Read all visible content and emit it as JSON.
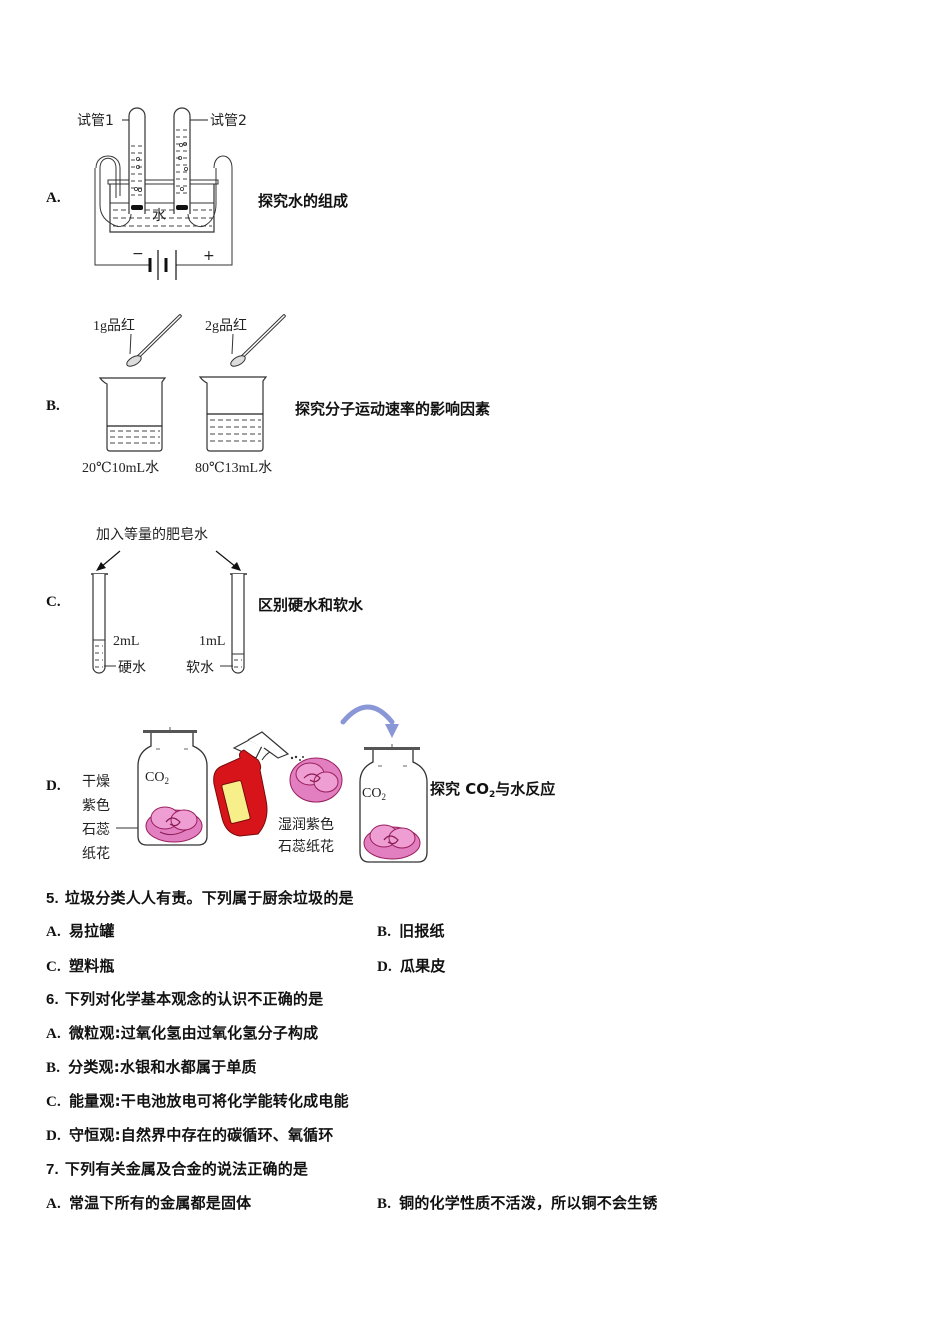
{
  "experiments": [
    {
      "letter": "A.",
      "caption": "探究水的组成",
      "labels": {
        "tube1": "试管1",
        "tube2": "试管2",
        "water": "水",
        "negative": "−",
        "positive": "+"
      }
    },
    {
      "letter": "B.",
      "caption": "探究分子运动速率的影响因素",
      "labels": {
        "spoon1": "1g品红",
        "spoon2": "2g品红",
        "beaker1": "20℃10mL水",
        "beaker2": "80℃13mL水"
      }
    },
    {
      "letter": "C.",
      "caption": "区别硬水和软水",
      "labels": {
        "top": "加入等量的肥皂水",
        "vol1": "2mL",
        "vol2": "1mL",
        "hard": "硬水",
        "soft": "软水"
      }
    },
    {
      "letter": "D.",
      "caption_prefix": "探究 CO",
      "caption_sub": "2",
      "caption_suffix": "与水反应",
      "labels": {
        "dry_flower": [
          "干燥",
          "紫色",
          "石蕊",
          "纸花"
        ],
        "co2_left": "CO",
        "co2_right": "CO",
        "co2_sub": "2",
        "wet_flower": [
          "湿润紫色",
          "石蕊纸花"
        ]
      }
    }
  ],
  "questions": [
    {
      "number": "5.",
      "stem": "垃圾分类人人有责。下列属于厨余垃圾的是",
      "options": [
        {
          "letter": "A.",
          "text": "易拉罐"
        },
        {
          "letter": "B.",
          "text": "旧报纸"
        },
        {
          "letter": "C.",
          "text": "塑料瓶"
        },
        {
          "letter": "D.",
          "text": "瓜果皮"
        }
      ]
    },
    {
      "number": "6.",
      "stem": "下列对化学基本观念的认识不正确的是",
      "options": [
        {
          "letter": "A.",
          "text": "微粒观:过氧化氢由过氧化氢分子构成"
        },
        {
          "letter": "B.",
          "text": "分类观:水银和水都属于单质"
        },
        {
          "letter": "C.",
          "text": "能量观:干电池放电可将化学能转化成电能"
        },
        {
          "letter": "D.",
          "text": "守恒观:自然界中存在的碳循环、氧循环"
        }
      ]
    },
    {
      "number": "7.",
      "stem": "下列有关金属及合金的说法正确的是",
      "options": [
        {
          "letter": "A.",
          "text": "常温下所有的金属都是固体"
        },
        {
          "letter": "B.",
          "text": "铜的化学性质不活泼，所以铜不会生锈"
        }
      ]
    }
  ],
  "colors": {
    "ink": "#111111",
    "flower_pink": "#e27fc0",
    "flower_dark": "#9a1f5e",
    "bottle_red": "#d8141b",
    "label_yellow": "#f6ef8a",
    "arrow_blue": "#8a97d6"
  }
}
